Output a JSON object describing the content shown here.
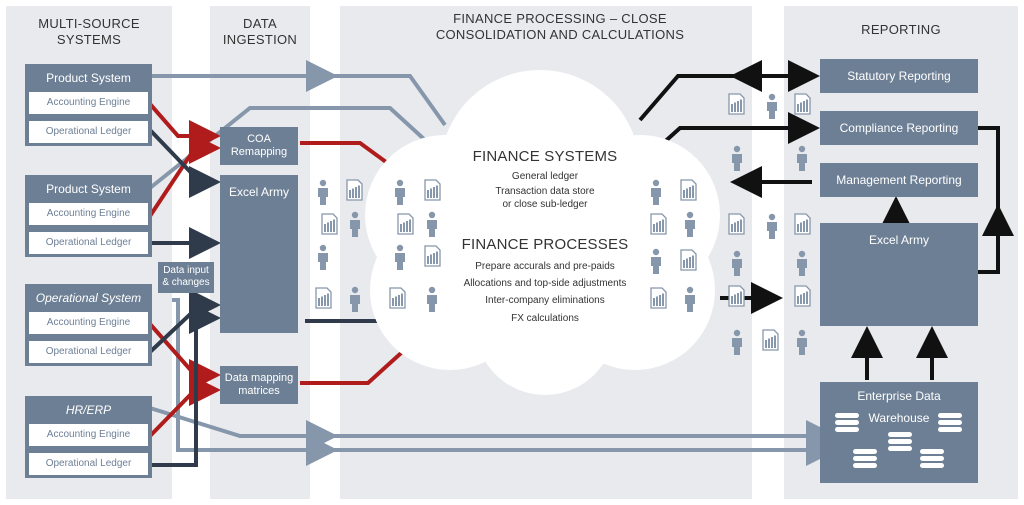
{
  "columns": {
    "sources": "MULTI-SOURCE\nSYSTEMS",
    "ingestion": "DATA\nINGESTION",
    "processing": "FINANCE PROCESSING – CLOSE\nCONSOLIDATION AND CALCULATIONS",
    "reporting": "REPORTING"
  },
  "sources": [
    {
      "title": "Product System",
      "sub1": "Accounting Engine",
      "sub2": "Operational Ledger"
    },
    {
      "title": "Product System",
      "sub1": "Accounting Engine",
      "sub2": "Operational Ledger"
    },
    {
      "title": "Operational System",
      "sub1": "Accounting Engine",
      "sub2": "Operational Ledger"
    },
    {
      "title": "HR/ERP",
      "sub1": "Accounting Engine",
      "sub2": "Operational Ledger"
    }
  ],
  "ingestion": {
    "coa": "COA\nRemapping",
    "excel_army": "Excel Army",
    "data_input": "Data input\n& changes",
    "mapping": "Data mapping\nmatrices"
  },
  "cloud": {
    "systems_title": "FINANCE SYSTEMS",
    "systems_items": [
      "General ledger",
      "Transaction data store\nor close sub-ledger"
    ],
    "processes_title": "FINANCE PROCESSES",
    "processes_items": [
      "Prepare accurals and pre-paids",
      "Allocations and top-side adjustments",
      "Inter-company eliminations",
      "FX calculations"
    ]
  },
  "reporting": {
    "statutory": "Statutory Reporting",
    "compliance": "Compliance Reporting",
    "management": "Management Reporting",
    "excel_army": "Excel Army",
    "edw": "Enterprise Data\nWarehouse"
  },
  "colors": {
    "panel": "#e8eaee",
    "box": "#6d7f95",
    "arrow_red": "#b01c1c",
    "arrow_dark": "#2f3a4a",
    "arrow_light": "#8797ab",
    "black": "#111111"
  }
}
